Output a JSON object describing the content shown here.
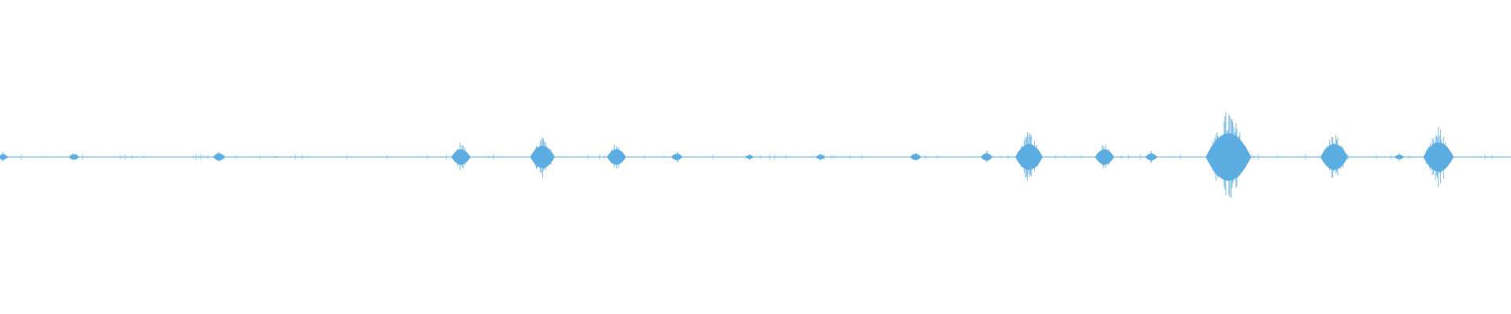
{
  "waveform": {
    "color": "#5dade2",
    "background": "#ffffff",
    "baseline_level": 0.0,
    "envelope_range": [
      -1,
      1
    ],
    "bursts": [
      {
        "t": 0.002,
        "amplitude": 0.06
      },
      {
        "t": 0.049,
        "amplitude": 0.06
      },
      {
        "t": 0.145,
        "amplitude": 0.08
      },
      {
        "t": 0.305,
        "amplitude": 0.18
      },
      {
        "t": 0.359,
        "amplitude": 0.26
      },
      {
        "t": 0.408,
        "amplitude": 0.18
      },
      {
        "t": 0.448,
        "amplitude": 0.07
      },
      {
        "t": 0.496,
        "amplitude": 0.04
      },
      {
        "t": 0.543,
        "amplitude": 0.05
      },
      {
        "t": 0.606,
        "amplitude": 0.07
      },
      {
        "t": 0.653,
        "amplitude": 0.08
      },
      {
        "t": 0.681,
        "amplitude": 0.3
      },
      {
        "t": 0.731,
        "amplitude": 0.18
      },
      {
        "t": 0.762,
        "amplitude": 0.08
      },
      {
        "t": 0.813,
        "amplitude": 0.55
      },
      {
        "t": 0.883,
        "amplitude": 0.3
      },
      {
        "t": 0.926,
        "amplitude": 0.05
      },
      {
        "t": 0.952,
        "amplitude": 0.34
      }
    ]
  }
}
